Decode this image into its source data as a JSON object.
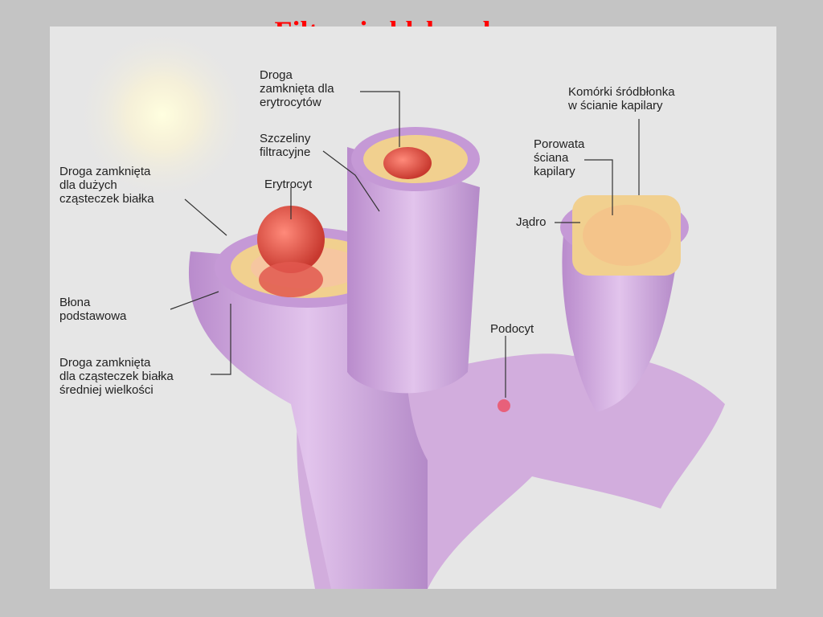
{
  "title": "Filtracja kłębuszkowa",
  "labels": {
    "droga_erytrocyty": "Droga\nzamknięta dla\nerytrocytów",
    "szczeliny": "Szczeliny\nfiltracyjne",
    "erytrocyt": "Erytrocyt",
    "droga_duze": "Droga zamknięta\ndla dużych\ncząsteczek białka",
    "blona": "Błona\npodstawowa",
    "droga_srednie": "Droga zamknięta\ndla cząsteczek białka\nśredniej wielkości",
    "komorki": "Komórki śródbłonka\nw ścianie kapilary",
    "porowata": "Porowata\nściana\nkapilary",
    "jadro": "Jądro",
    "podocyt": "Podocyt"
  },
  "colors": {
    "title": "#ff0000",
    "podocyte": "#c79ad6",
    "capillary_wall": "#f1d08f",
    "erythrocyte": "#e0584f",
    "leader_line": "#333333"
  }
}
